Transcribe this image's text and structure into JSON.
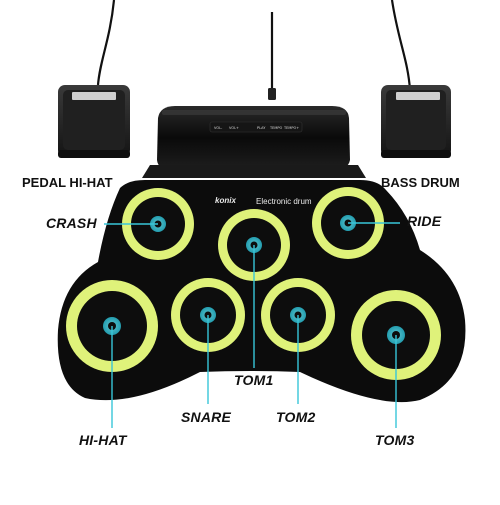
{
  "labels": {
    "pedal_hi_hat": "PEDAL HI-HAT",
    "bass_drum": "BASS DRUM",
    "crash": "CRASH",
    "ride": "RIDE",
    "tom1": "TOM1",
    "snare": "SNARE",
    "tom2": "TOM2",
    "hi_hat": "HI-HAT",
    "tom3": "TOM3"
  },
  "brand": {
    "logo": "konix",
    "tagline": "Electronic drum"
  },
  "controls": [
    "VOL-",
    "VOL+",
    "",
    "PLAY",
    "TEMPO",
    "TEMPO+"
  ],
  "colors": {
    "pad_ring": "#dff27a",
    "pad_inner": "#0d0d0d",
    "pad_center": "#2ecde0",
    "mat": "#0c0c0c",
    "callout_line": "#38c6d9",
    "text": "#111111"
  }
}
